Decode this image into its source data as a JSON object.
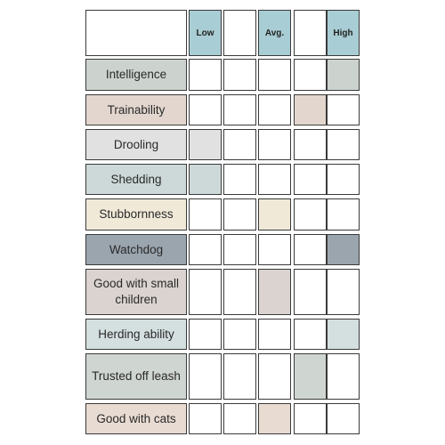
{
  "columns": [
    "Low",
    "",
    "Avg.",
    "",
    "High"
  ],
  "header_fill": "#a9cdd4",
  "traits": [
    {
      "name": "Intelligence",
      "level": 5,
      "color": "#ccd3ce"
    },
    {
      "name": "Trainability",
      "level": 4,
      "color": "#e2d6ce"
    },
    {
      "name": "Drooling",
      "level": 1,
      "color": "#e1e1e1"
    },
    {
      "name": "Shedding",
      "level": 1,
      "color": "#cdd8d8"
    },
    {
      "name": "Stubbornness",
      "level": 3,
      "color": "#f0e9d8"
    },
    {
      "name": "Watchdog",
      "level": 5,
      "color": "#9aa5ae"
    },
    {
      "name": "Good with small children",
      "level": 3,
      "color": "#dad3d0"
    },
    {
      "name": "Herding ability",
      "level": 5,
      "color": "#d4dfdf"
    },
    {
      "name": "Trusted off leash",
      "level": 4,
      "color": "#cfd5d0"
    },
    {
      "name": "Good with cats",
      "level": 3,
      "color": "#e8dbd2"
    }
  ]
}
